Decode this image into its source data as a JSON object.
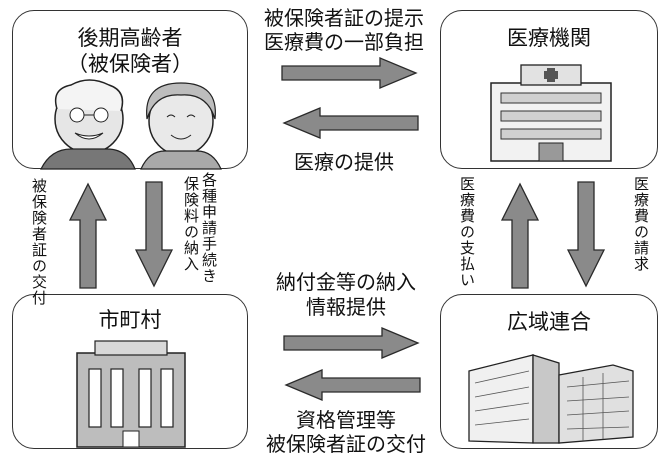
{
  "boxes": {
    "elderly": {
      "line1": "後期高齢者",
      "line2": "（被保険者）"
    },
    "medical": {
      "title": "医療機関"
    },
    "municipality": {
      "title": "市町村"
    },
    "union": {
      "title": "広域連合"
    }
  },
  "labels": {
    "top_right_1": "被保険者証の提示",
    "top_right_2": "医療費の一部負担",
    "top_left": "医療の提供",
    "bottom_right_1": "納付金等の納入",
    "bottom_right_2": "情報提供",
    "bottom_left_1": "資格管理等",
    "bottom_left_2": "被保険者証の交付",
    "left_up": "被保険者証の交付",
    "left_down_1": "各種申請手続き",
    "left_down_2": "保険料の納入",
    "right_up": "医療費の支払い",
    "right_down": "医療費の請求"
  },
  "colors": {
    "arrow_fill": "#8a8a8a",
    "arrow_stroke": "#2a2a2a",
    "border": "#333333"
  }
}
